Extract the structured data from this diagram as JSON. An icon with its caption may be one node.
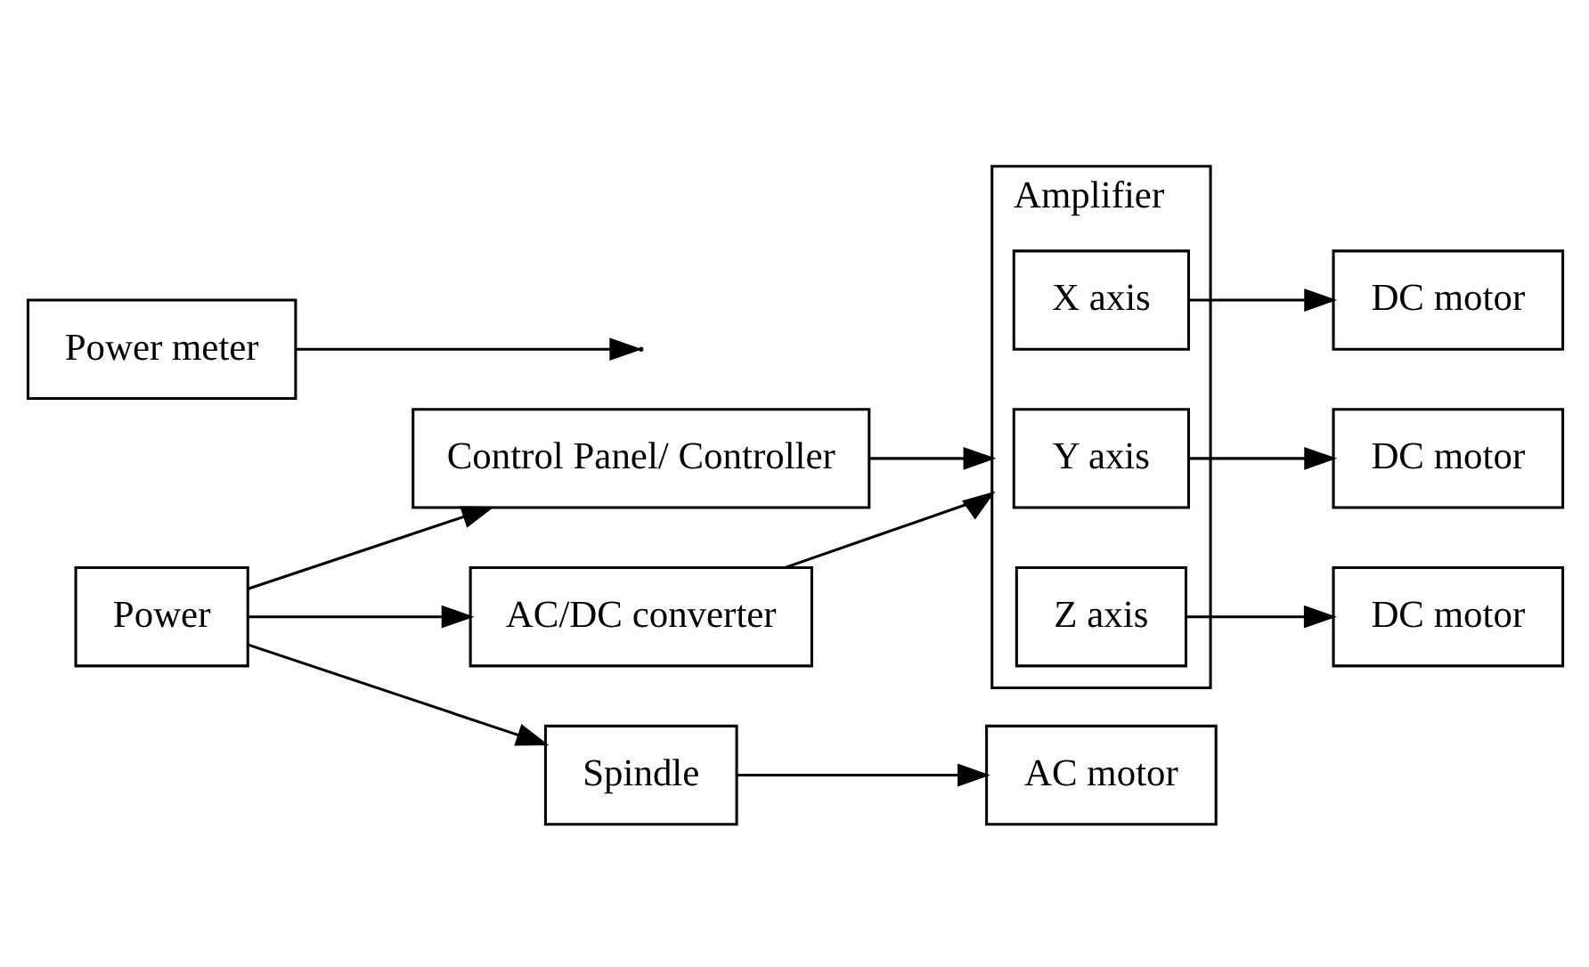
{
  "diagram": {
    "nodes": [
      {
        "text": [
          "Power"
        ]
      },
      {
        "text": [
          "Control Panel/ Controller"
        ]
      },
      {
        "text": [
          "Amplifier"
        ]
      },
      {
        "text": [
          "X axis"
        ],
        "in": 2
      },
      {
        "text": [
          "Y axis"
        ],
        "in": 2
      },
      {
        "text": [
          "Z axis"
        ],
        "in": 2
      },
      {
        "text": [
          "DC motor"
        ]
      },
      {
        "text": [
          "DC motor"
        ]
      },
      {
        "text": [
          "DC motor"
        ]
      },
      {
        "text": [
          "AC/DC converter"
        ]
      },
      {
        "text": [
          "Power meter"
        ]
      },
      {
        "text": [
          "Spindle"
        ]
      },
      {
        "text": [
          "AC motor"
        ]
      }
    ],
    "edges": [
      {
        "from": 0,
        "to": 1,
        "arrow": "to"
      },
      {
        "from": 1,
        "to": 2,
        "arrow": "to"
      },
      {
        "from": 0,
        "to": 9,
        "arrow": "to"
      },
      {
        "from": 9,
        "to": 2,
        "arrow": "to"
      },
      {
        "from": 3,
        "to": 6,
        "arrow": "to"
      },
      {
        "from": 4,
        "to": 7,
        "arrow": "to"
      },
      {
        "from": 5,
        "to": 8,
        "arrow": "to"
      },
      {
        "from": 0,
        "to": 11,
        "arrow": "to"
      },
      {
        "from": 10,
        "to": null,
        "arrow": "to"
      },
      {
        "from": 11,
        "to": 12,
        "arrow": "to"
      }
    ]
  }
}
